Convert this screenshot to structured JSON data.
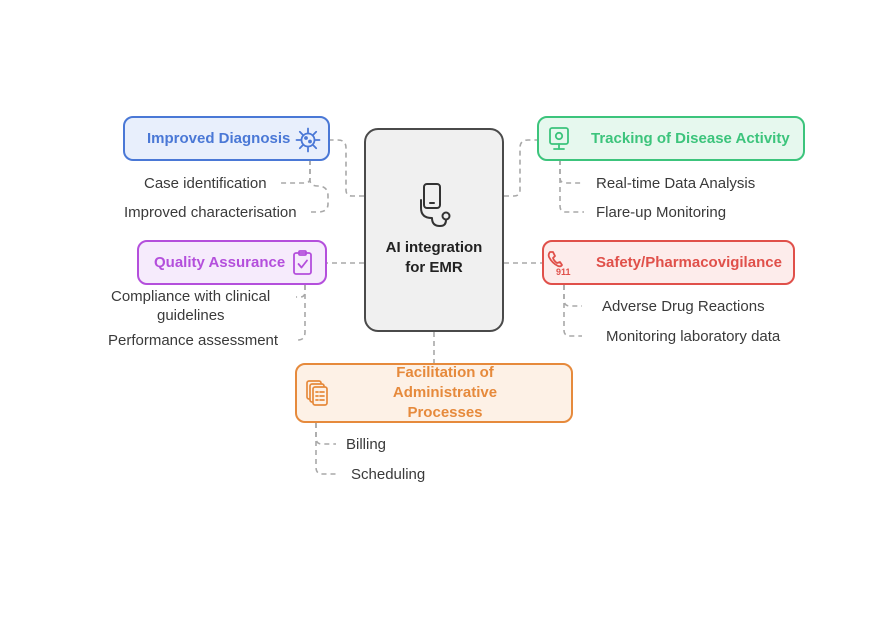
{
  "center": {
    "title": "AI integration for EMR",
    "icon": "stethoscope-phone-icon"
  },
  "branches": {
    "diagnosis": {
      "title": "Improved Diagnosis",
      "icon": "virus-icon",
      "color": "#4a78d6",
      "fill": "#e8effc",
      "items": [
        "Case identification",
        "Improved characterisation"
      ]
    },
    "tracking": {
      "title": "Tracking of Disease Activity",
      "icon": "monitor-icon",
      "color": "#3cc47c",
      "fill": "#e6f8ee",
      "items": [
        "Real-time Data Analysis",
        "Flare-up Monitoring"
      ]
    },
    "quality": {
      "title": "Quality Assurance",
      "icon": "clipboard-check-icon",
      "color": "#b44fdc",
      "fill": "#f6ebfc",
      "items": [
        "Compliance with clinical",
        "guidelines",
        "Performance assessment"
      ]
    },
    "safety": {
      "title": "Safety/Pharmacovigilance",
      "icon": "emergency-phone-icon",
      "icon_text": "911",
      "color": "#e0504a",
      "fill": "#fdeceb",
      "items": [
        "Adverse Drug Reactions",
        "Monitoring laboratory data"
      ]
    },
    "admin": {
      "title_line1": "Facilitation of Administrative",
      "title_line2": "Processes",
      "icon": "documents-icon",
      "color": "#e68a3c",
      "fill": "#fdf1e6",
      "items": [
        "Billing",
        "Scheduling"
      ]
    }
  }
}
